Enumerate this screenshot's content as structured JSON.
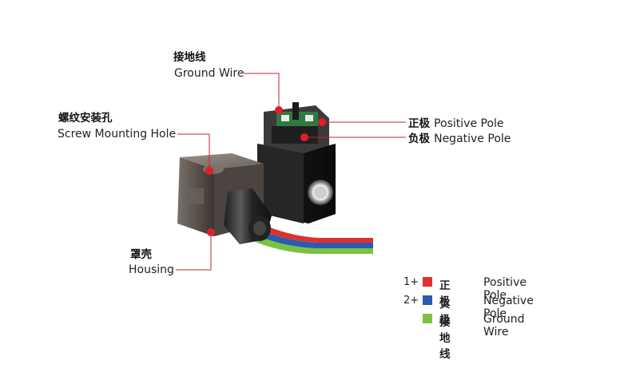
{
  "labels": {
    "ground_top": {
      "cn": "接地线",
      "en": "Ground Wire"
    },
    "screw": {
      "cn": "螺纹安装孔",
      "en": "Screw Mounting Hole"
    },
    "positive": {
      "cn": "正极",
      "en": "Positive Pole"
    },
    "negative": {
      "cn": "负极",
      "en": "Negative Pole"
    },
    "housing": {
      "cn": "罩壳",
      "en": "Housing"
    }
  },
  "legend": [
    {
      "num": "1+",
      "cn": "正极",
      "en": "Positive Pole",
      "color": "#e0302e"
    },
    {
      "num": "2+",
      "cn": "负极",
      "en": "Negative Pole",
      "color": "#2a5cad"
    },
    {
      "num": "",
      "cn": "接地线",
      "en": "Ground Wire",
      "color": "#7cc242"
    }
  ],
  "colors": {
    "marker": "#e01e2a",
    "leader": "#c9222c"
  }
}
